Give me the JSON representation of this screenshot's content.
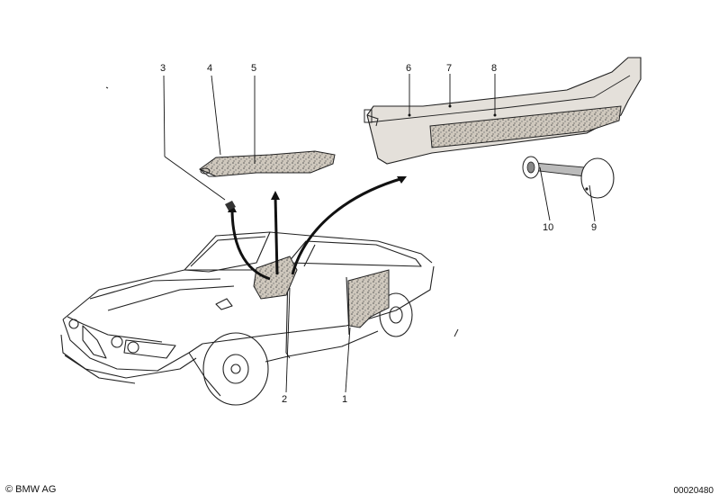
{
  "callouts": [
    {
      "id": "1",
      "label": "1"
    },
    {
      "id": "2",
      "label": "2"
    },
    {
      "id": "3",
      "label": "3"
    },
    {
      "id": "4",
      "label": "4"
    },
    {
      "id": "5",
      "label": "5"
    },
    {
      "id": "6",
      "label": "6"
    },
    {
      "id": "7",
      "label": "7"
    },
    {
      "id": "8",
      "label": "8"
    },
    {
      "id": "9",
      "label": "9"
    },
    {
      "id": "10",
      "label": "10"
    }
  ],
  "footer": {
    "copyright": "© BMW AG",
    "diagram_number": "00020480"
  }
}
